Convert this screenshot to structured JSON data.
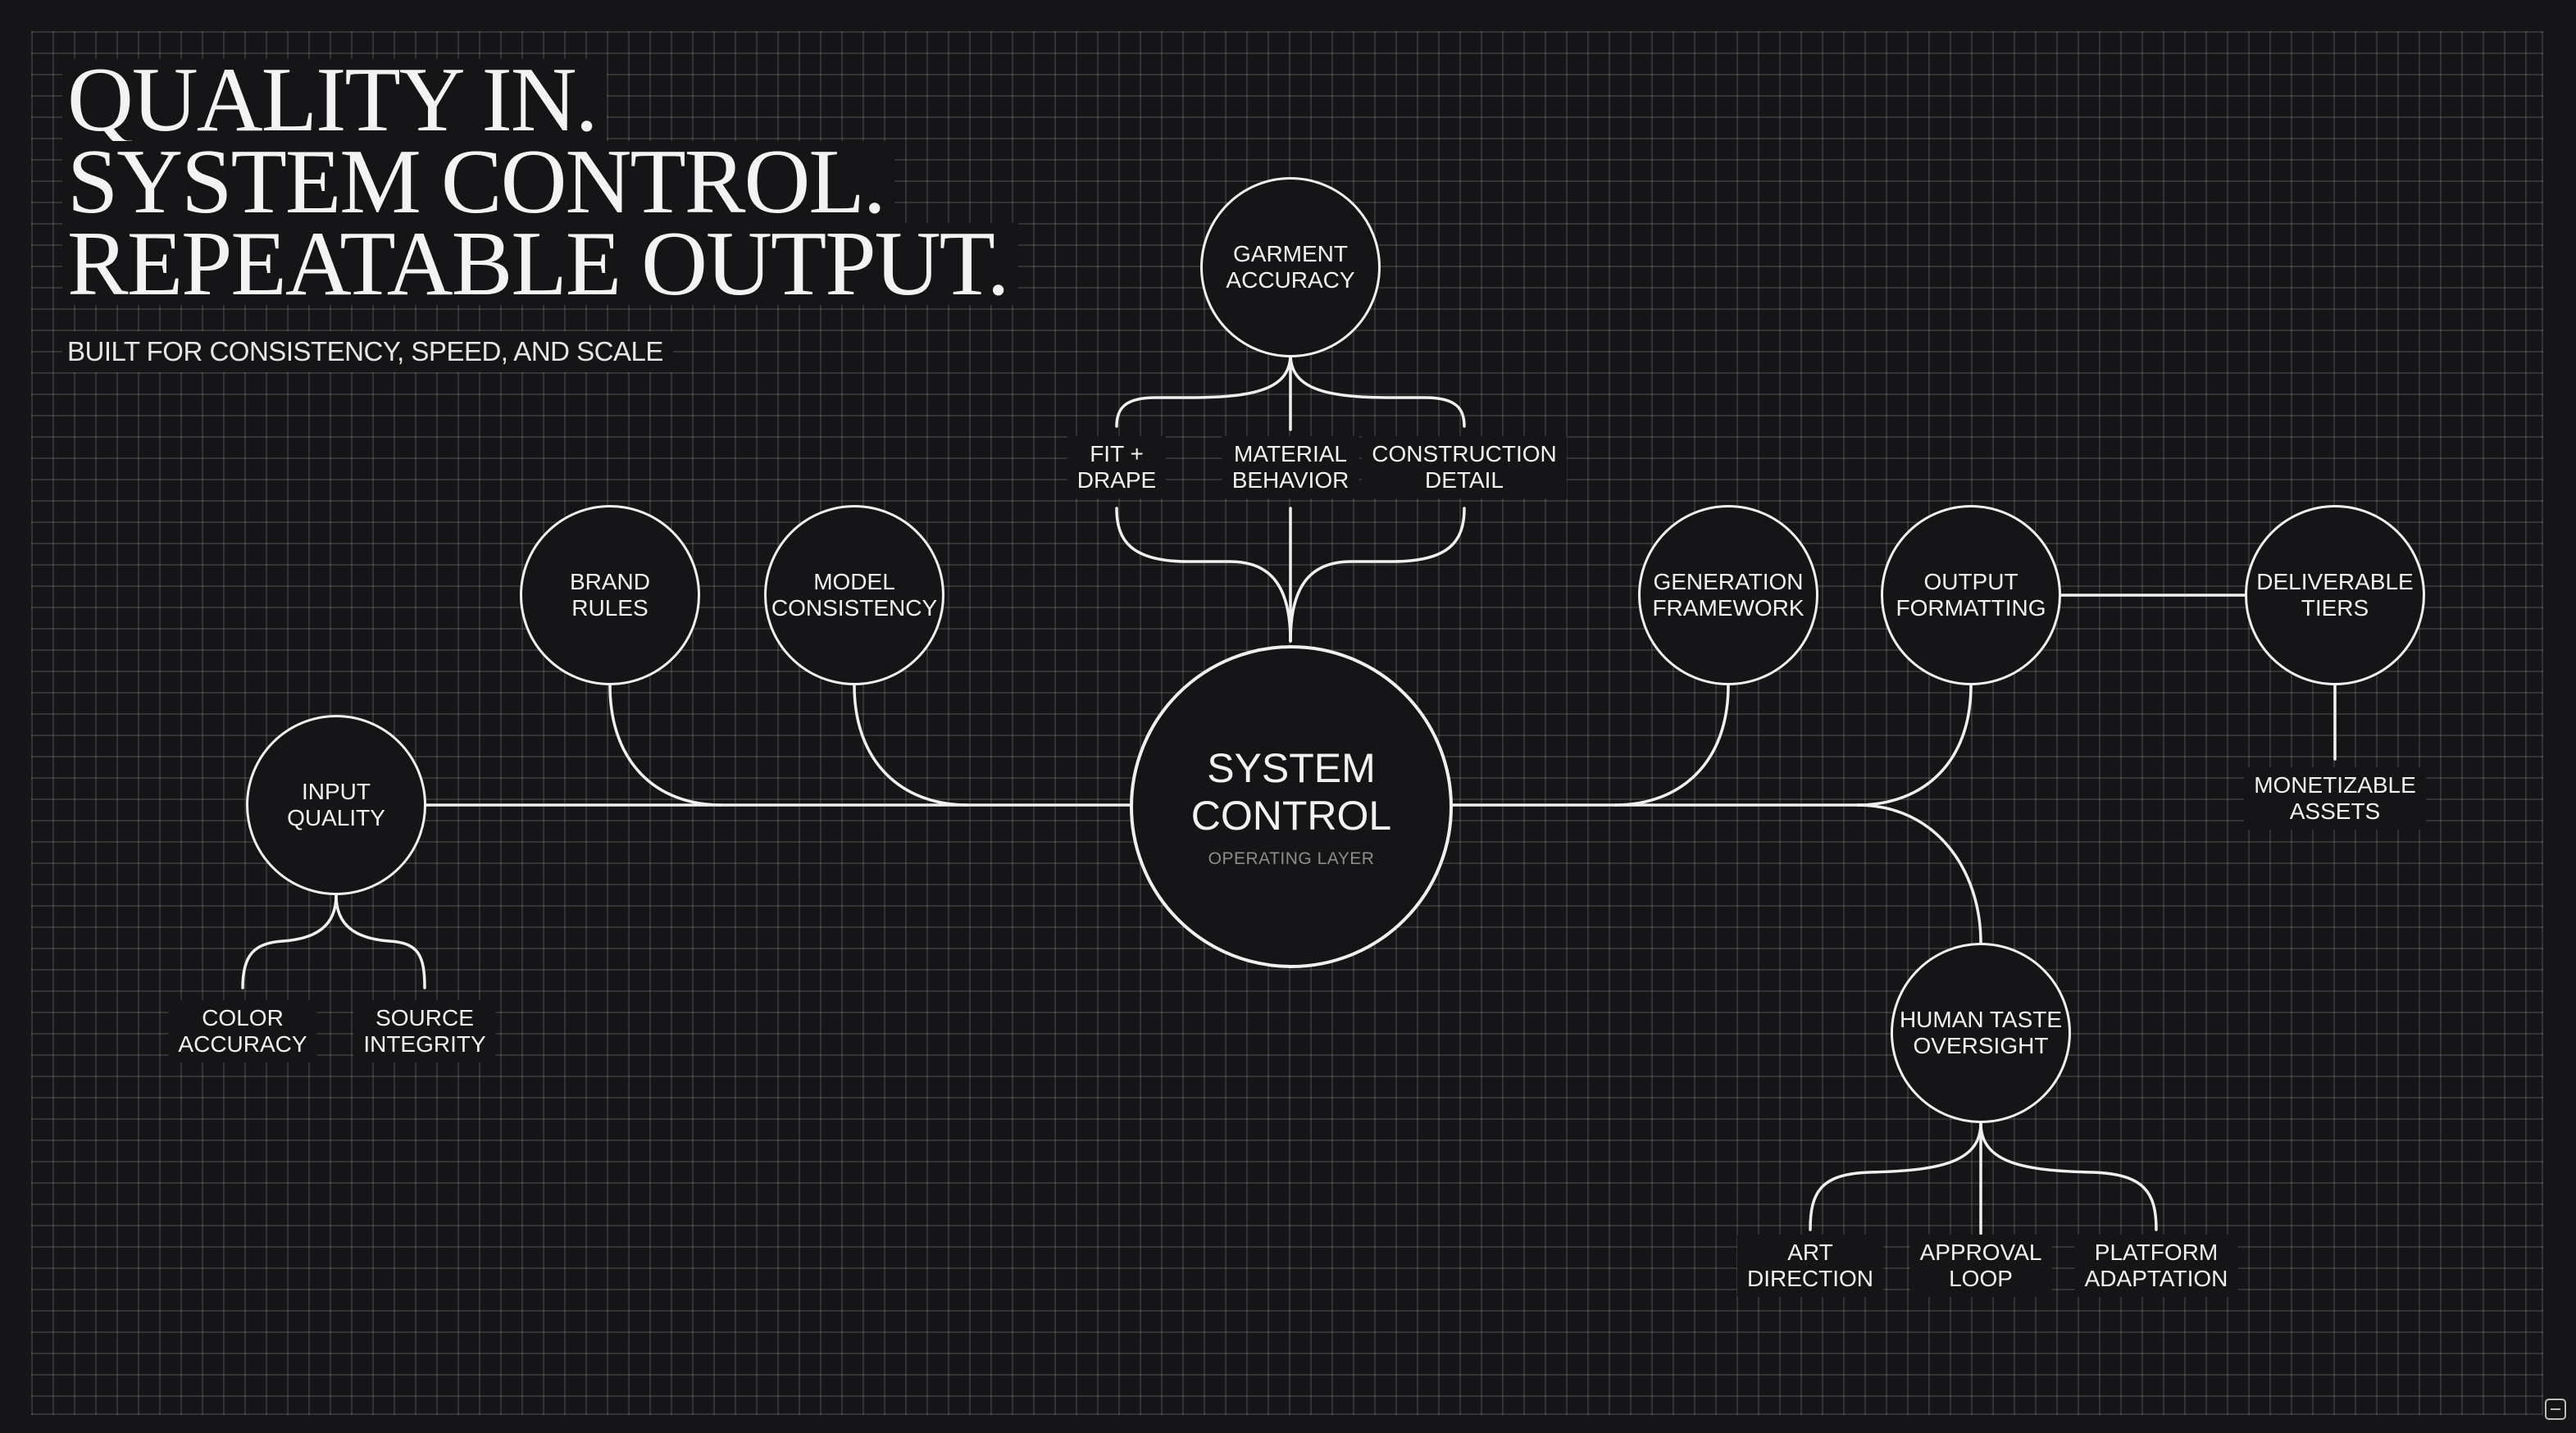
{
  "headline": {
    "line1": "QUALITY IN.",
    "line2": "SYSTEM CONTROL.",
    "line3": "REPEATABLE OUTPUT."
  },
  "subhead": "BUILT FOR CONSISTENCY, SPEED, AND SCALE",
  "colors": {
    "background": "#151416",
    "line": "#f0f0f0",
    "grid": "#3a393c",
    "muted": "#8d8d8d"
  },
  "nodes": {
    "system_control": {
      "label": "SYSTEM\nCONTROL",
      "sub": "OPERATING LAYER"
    },
    "garment_accuracy": "GARMENT\nACCURACY",
    "brand_rules": "BRAND\nRULES",
    "model_consistency": "MODEL\nCONSISTENCY",
    "input_quality": "INPUT\nQUALITY",
    "generation_framework": "GENERATION\nFRAMEWORK",
    "output_formatting": "OUTPUT\nFORMATTING",
    "deliverable_tiers": "DELIVERABLE\nTIERS",
    "human_taste_oversight": "HUMAN TASTE\nOVERSIGHT"
  },
  "leaves": {
    "fit_drape": "FIT +\nDRAPE",
    "material_behavior": "MATERIAL\nBEHAVIOR",
    "construction_detail": "CONSTRUCTION\nDETAIL",
    "color_accuracy": "COLOR\nACCURACY",
    "source_integrity": "SOURCE\nINTEGRITY",
    "monetizable_assets": "MONETIZABLE\nASSETS",
    "art_direction": "ART\nDIRECTION",
    "approval_loop": "APPROVAL\nLOOP",
    "platform_adaptation": "PLATFORM\nADAPTATION"
  }
}
